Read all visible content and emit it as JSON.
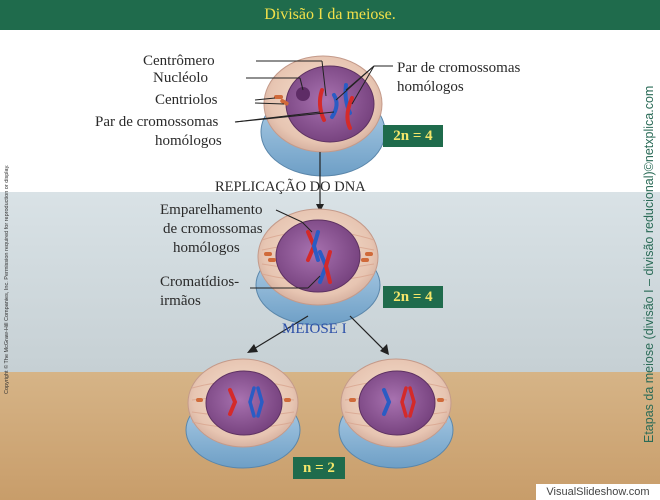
{
  "title": "Divisão I da meiose.",
  "labels": {
    "centromere": "Centrômero",
    "nucleolus": "Nucléolo",
    "centrioles": "Centriolos",
    "homologous_pair_left_1": "Par de cromossomas",
    "homologous_pair_left_2": "homólogos",
    "homologous_pair_right_1": "Par de cromossomas",
    "homologous_pair_right_2": "homólogos",
    "dna_replication": "REPLICAÇÃO DO DNA",
    "pairing_1": "Emparelhamento",
    "pairing_2": "de cromossomas",
    "pairing_3": "homólogos",
    "sister_chromatids_1": "Cromatídios-",
    "sister_chromatids_2": "irmãos",
    "meiosis_one": "MEIOSE I"
  },
  "badges": {
    "top": "2n = 4",
    "middle": "2n = 4",
    "bottom": "n = 2"
  },
  "side_caption": "Etapas da meiose (divisão I – divisão reducional)©netxplica.com",
  "copyright": "Copyright © The McGraw-Hill Companies, Inc. Permission required for reproduction or display.",
  "footer": "VisualSlideshow.com",
  "colors": {
    "title_bg": "#1f6b4c",
    "title_text": "#f2e04a",
    "badge_bg": "#1f6b4c",
    "badge_text": "#f4e66a",
    "chromosome_red": "#d42a2a",
    "chromosome_blue": "#2a5cc4",
    "nucleus": "#8a4f8e",
    "cell_blue": "#8fb8d8"
  }
}
